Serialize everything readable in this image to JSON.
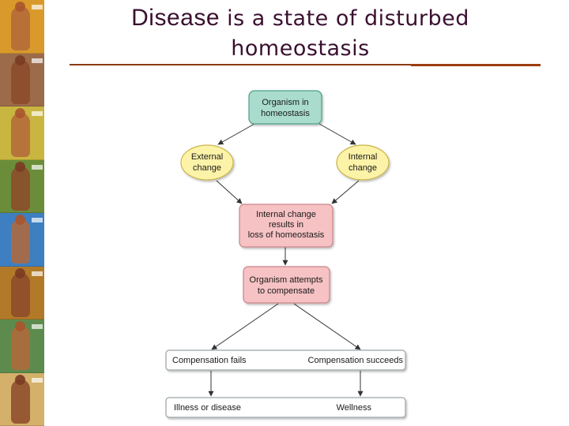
{
  "title": {
    "lead": "Disease",
    "rest": "is a state of disturbed",
    "line2": "homeostasis"
  },
  "diagram": {
    "node_top": [
      "Organism in",
      "homeostasis"
    ],
    "node_external": [
      "External",
      "change"
    ],
    "node_internal": [
      "Internal",
      "change"
    ],
    "node_loss": [
      "Internal change",
      "results in",
      "loss of homeostasis"
    ],
    "node_compensate": [
      "Organism attempts",
      "to compensate"
    ],
    "compensation_fails": "Compensation fails",
    "compensation_succeeds": "Compensation succeeds",
    "illness": "Illness or disease",
    "wellness": "Wellness"
  },
  "colors": {
    "title": "#3a1030",
    "rule": "#8b3a0f",
    "teal_fill": "#a9dccd",
    "teal_stroke": "#4e9e88",
    "yellow_fill": "#fdf3a8",
    "yellow_stroke": "#c9b54a",
    "pink_fill": "#f6c2c4",
    "pink_stroke": "#c98387",
    "bar_fill": "#ffffff",
    "bar_stroke": "#9aa3a8"
  },
  "strip_panels": [
    "#d99a2b",
    "#9b6b4a",
    "#c9b640",
    "#6b8d3a",
    "#3d7fc1",
    "#b27a28",
    "#5d8b4d",
    "#d4b06a"
  ]
}
